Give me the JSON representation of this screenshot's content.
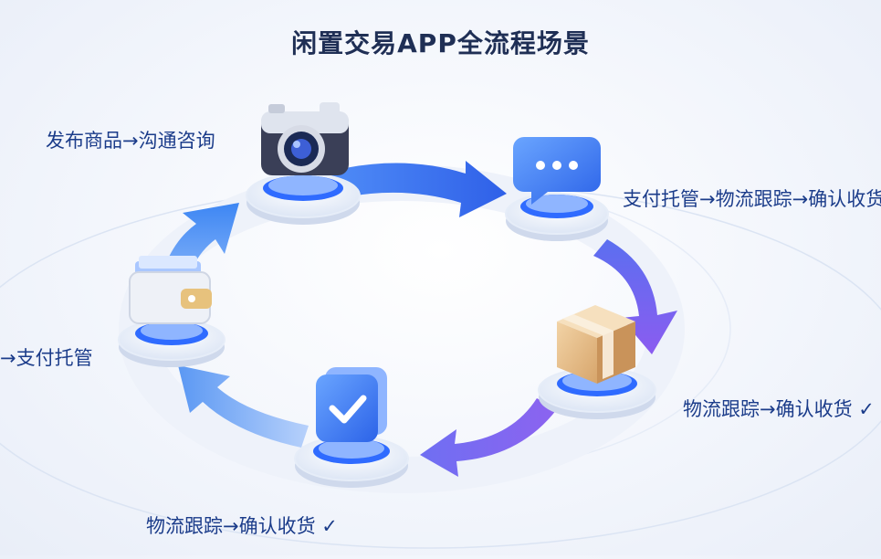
{
  "title": "闲置交易APP全流程场景",
  "labels": {
    "top_left": "发布商品→沟通咨询",
    "top_right": "支付托管→物流跟踪→确认收货",
    "left": "→支付托管",
    "right": "物流跟踪→确认收货 ✓",
    "bottom": "物流跟踪→确认收货 ✓"
  },
  "nodes": [
    {
      "name": "camera",
      "icon": "camera-icon"
    },
    {
      "name": "chat",
      "icon": "chat-bubble-icon"
    },
    {
      "name": "box",
      "icon": "package-box-icon"
    },
    {
      "name": "check",
      "icon": "checkmark-icon"
    },
    {
      "name": "wallet",
      "icon": "wallet-icon"
    }
  ],
  "colors": {
    "text": "#1b3c8a",
    "title": "#1f2f55",
    "arrow_blue": "#3d7cf0",
    "arrow_purple": "#7d5cf0",
    "pedestal_ring": "#2f6bff"
  }
}
